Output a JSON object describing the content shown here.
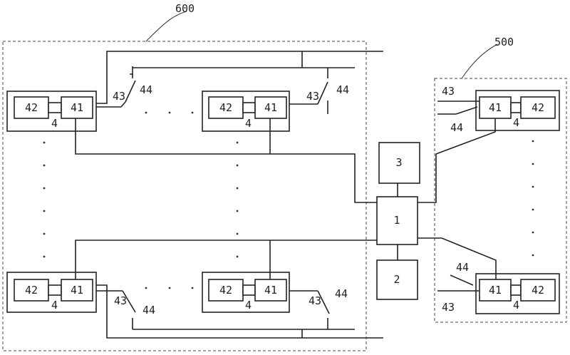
{
  "region_labels": {
    "left_region": "600",
    "right_region": "500"
  },
  "center_blocks": {
    "top": "3",
    "middle": "1",
    "bottom": "2"
  },
  "module_labels": {
    "module": "4",
    "unit_a": "41",
    "unit_b": "42",
    "switch_a": "43",
    "switch_b": "44"
  },
  "colors": {
    "line": "#222222",
    "dashed_border": "#444444",
    "background": "#ffffff"
  }
}
